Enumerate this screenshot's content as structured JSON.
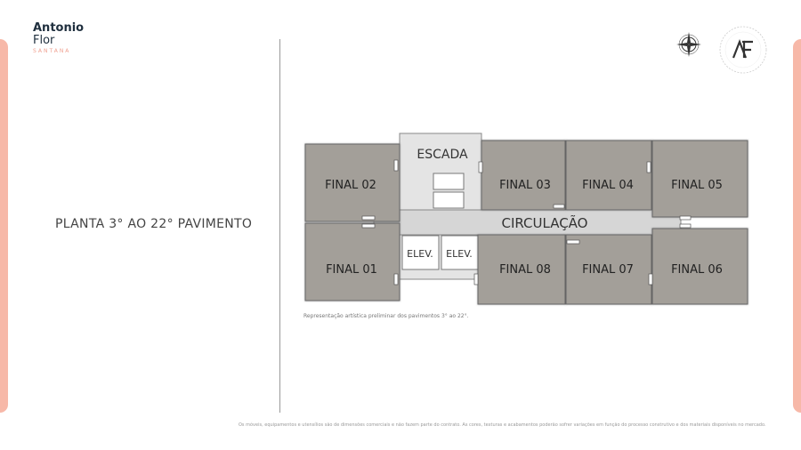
{
  "brand": {
    "line1": "Antonio",
    "line2": "Flor",
    "line3": "SANTANA"
  },
  "plan_title": "PLANTA 3° AO 22° PAVIMENTO",
  "floorplan": {
    "escada": "ESCADA",
    "circulacao": "CIRCULAÇÃO",
    "elev1": "ELEV.",
    "elev2": "ELEV.",
    "units": [
      "FINAL 02",
      "FINAL 01",
      "FINAL 03",
      "FINAL 04",
      "FINAL 05",
      "FINAL 08",
      "FINAL 07",
      "FINAL 06"
    ]
  },
  "caption": "Representação artística preliminar dos pavimentos 3° ao 22°.",
  "footer": "Os móveis, equipamentos e utensílios são de dimensões comerciais e não fazem parte do contrato. As cores, texturas e acabamentos poderão sofrer variações em função do processo construtivo e dos materiais disponíveis no mercado.",
  "colors": {
    "accent": "#f7b8a8",
    "unit_fill": "#a39f99",
    "circulation_fill": "#d6d6d6"
  },
  "icons": [
    "compass-rose-icon",
    "af-seal-logo"
  ]
}
